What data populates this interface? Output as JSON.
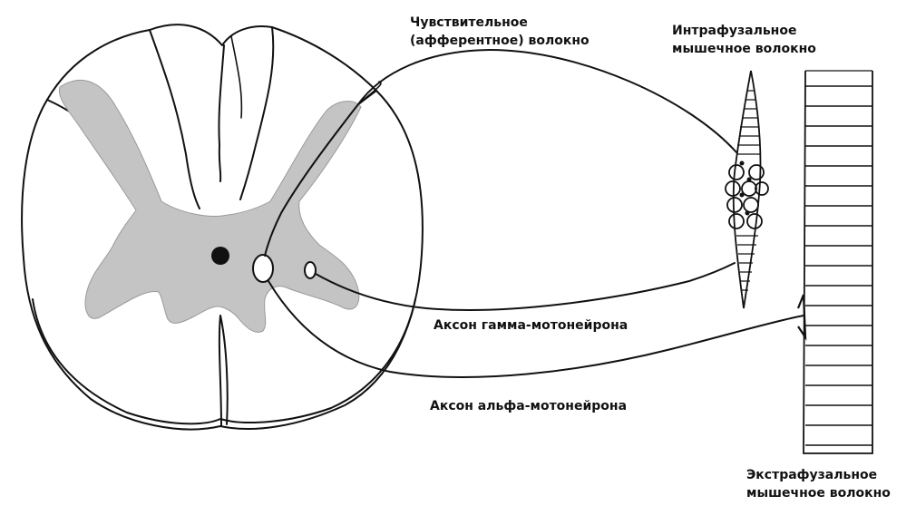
{
  "labels": {
    "sensory_line1": "Чувствительное",
    "sensory_line2": "(афферентное) волокно",
    "intrafusal_line1": "Интрафузальное",
    "intrafusal_line2": "мышечное волокно",
    "gamma_axon": "Аксон гамма-мотонейрона",
    "alpha_axon": "Аксон альфа-мотонейрона",
    "extrafusal_line1": "Экстрафузальное",
    "extrafusal_line2": "мышечное волокно"
  },
  "colors": {
    "line": "#111111",
    "gray_matter": "#c4c4c4",
    "background": "#ffffff"
  }
}
